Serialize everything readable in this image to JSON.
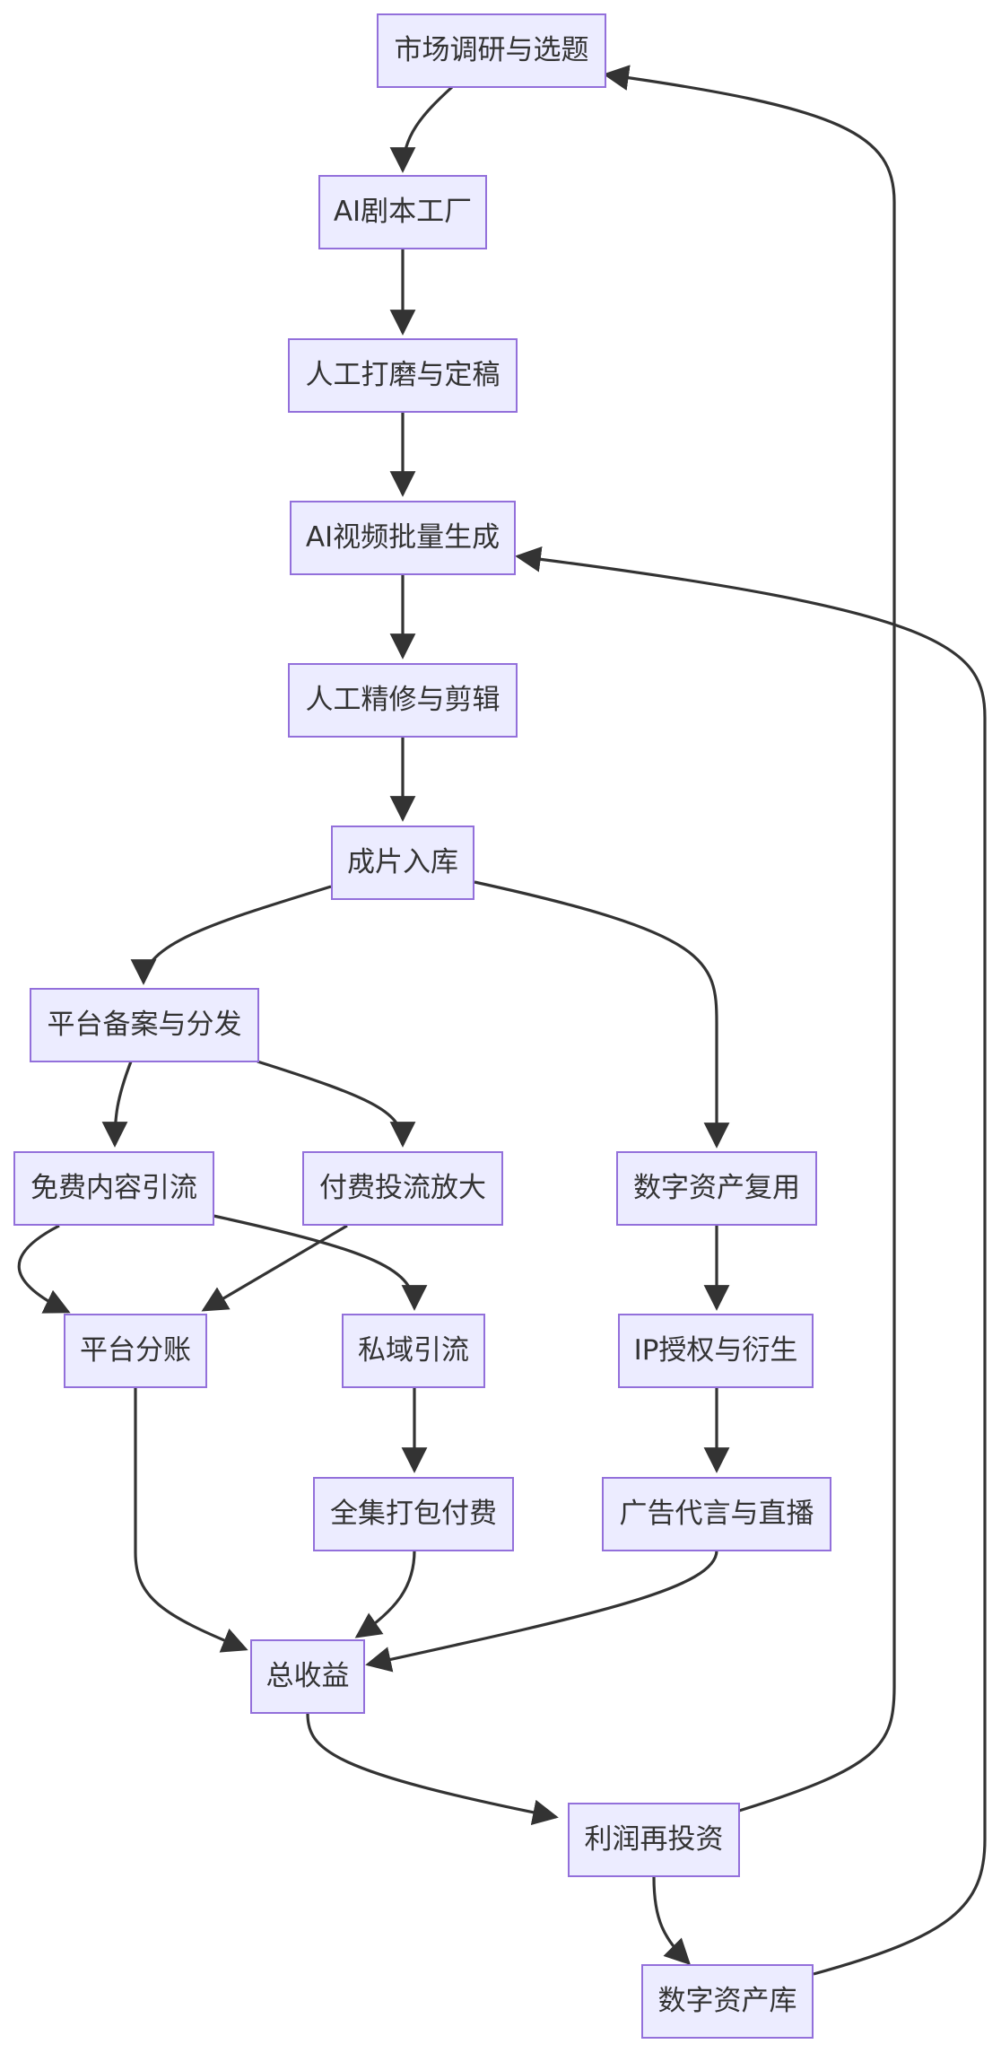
{
  "nodes": [
    {
      "id": "research",
      "label": "市场调研与选题"
    },
    {
      "id": "ai_script",
      "label": "AI剧本工厂"
    },
    {
      "id": "polish",
      "label": "人工打磨与定稿"
    },
    {
      "id": "ai_video",
      "label": "AI视频批量生成"
    },
    {
      "id": "refine",
      "label": "人工精修与剪辑"
    },
    {
      "id": "finished",
      "label": "成片入库"
    },
    {
      "id": "distribute",
      "label": "平台备案与分发"
    },
    {
      "id": "free",
      "label": "免费内容引流"
    },
    {
      "id": "paid",
      "label": "付费投流放大"
    },
    {
      "id": "reuse",
      "label": "数字资产复用"
    },
    {
      "id": "split",
      "label": "平台分账"
    },
    {
      "id": "private",
      "label": "私域引流"
    },
    {
      "id": "ip",
      "label": "IP授权与衍生"
    },
    {
      "id": "bundle",
      "label": "全集打包付费"
    },
    {
      "id": "ads",
      "label": "广告代言与直播"
    },
    {
      "id": "revenue",
      "label": "总收益"
    },
    {
      "id": "reinvest",
      "label": "利润再投资"
    },
    {
      "id": "asset_lib",
      "label": "数字资产库"
    }
  ],
  "edges": [
    {
      "from": "research",
      "to": "ai_script"
    },
    {
      "from": "ai_script",
      "to": "polish"
    },
    {
      "from": "polish",
      "to": "ai_video"
    },
    {
      "from": "ai_video",
      "to": "refine"
    },
    {
      "from": "refine",
      "to": "finished"
    },
    {
      "from": "finished",
      "to": "distribute"
    },
    {
      "from": "finished",
      "to": "reuse"
    },
    {
      "from": "distribute",
      "to": "free"
    },
    {
      "from": "distribute",
      "to": "paid"
    },
    {
      "from": "free",
      "to": "split"
    },
    {
      "from": "free",
      "to": "private"
    },
    {
      "from": "paid",
      "to": "split"
    },
    {
      "from": "reuse",
      "to": "ip"
    },
    {
      "from": "private",
      "to": "bundle"
    },
    {
      "from": "ip",
      "to": "ads"
    },
    {
      "from": "split",
      "to": "revenue"
    },
    {
      "from": "bundle",
      "to": "revenue"
    },
    {
      "from": "ads",
      "to": "revenue"
    },
    {
      "from": "revenue",
      "to": "reinvest"
    },
    {
      "from": "reinvest",
      "to": "research"
    },
    {
      "from": "reinvest",
      "to": "asset_lib"
    },
    {
      "from": "asset_lib",
      "to": "ai_video"
    }
  ]
}
